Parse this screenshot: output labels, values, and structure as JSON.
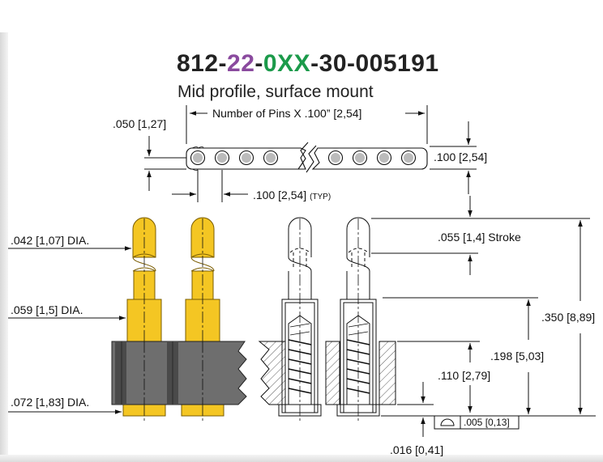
{
  "title": {
    "seg1": "812-",
    "seg2": "22",
    "seg3": "-",
    "seg4": "0XX",
    "seg5": "-30-005191",
    "colors": {
      "text": "#222222",
      "purple": "#8a4a9e",
      "green": "#1b9a4a"
    }
  },
  "subtitle": "Mid profile, surface mount",
  "dims": {
    "pin_count": "Number of Pins X .100” [2,54]",
    "head_offset": ".050 [1,27]",
    "strip_height": ".100 [2,54]",
    "pitch": ".100 [2,54]",
    "pitch_typ": "(TYP)",
    "tip_dia": ".042 [1,07] DIA.",
    "body_dia": ".059 [1,5] DIA.",
    "base_dia": ".072 [1,83] DIA.",
    "stroke": ".055 [1,4] Stroke",
    "overall_height": ".350 [8,89]",
    "mid_height": ".198 [5,03]",
    "low_height": ".110 [2,79]",
    "coplanarity": ".005 [0,13]",
    "standoff": ".016 [0,41]"
  },
  "colors": {
    "gold": "#f4c623",
    "gold_dark": "#b08a10",
    "insulator": "#6e6e6e",
    "insulator_dark": "#3c3c3c",
    "line": "#111111"
  }
}
